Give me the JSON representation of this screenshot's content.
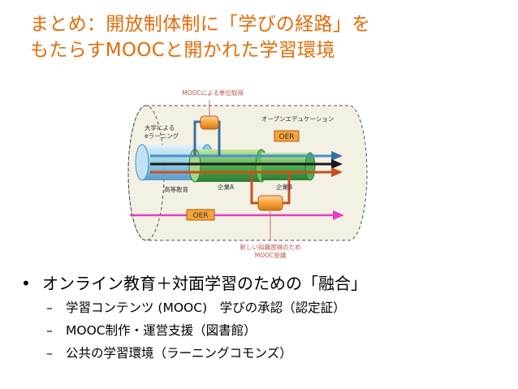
{
  "colors": {
    "title": "#e36c0a",
    "diagram_label": "#c0504d",
    "oer": "#f7a33a",
    "blue": "#4a90c8",
    "orange_line": "#c8501e",
    "pink": "#e040c0",
    "green": "#4caf50"
  },
  "title": {
    "line1": "まとめ：開放制体制に「学びの経路」を",
    "line2": "もたらすMOOCと開かれた学習環境"
  },
  "diagram": {
    "top_label": "MOOCによる単位取得",
    "univ_label_1": "大学による",
    "univ_label_2": "eラーニング",
    "open_edu": "オープンエデュケーション",
    "oer_top": "OER",
    "oer_bottom": "OER",
    "higher_edu": "高等教育",
    "company_a": "企業A",
    "company_b": "企業B",
    "bottom_label_1": "新しい知識習得のため",
    "bottom_label_2": "MOOC受講"
  },
  "bullets": {
    "main": {
      "marker": "•",
      "text": "オンライン教育＋対面学習のための「融合」"
    },
    "subs": [
      {
        "marker": "–",
        "text": "学習コンテンツ (MOOC)　学びの承認（認定証）"
      },
      {
        "marker": "–",
        "text": "MOOC制作・運営支援（図書館）"
      },
      {
        "marker": "–",
        "text": "公共の学習環境（ラーニングコモンズ）"
      }
    ]
  }
}
